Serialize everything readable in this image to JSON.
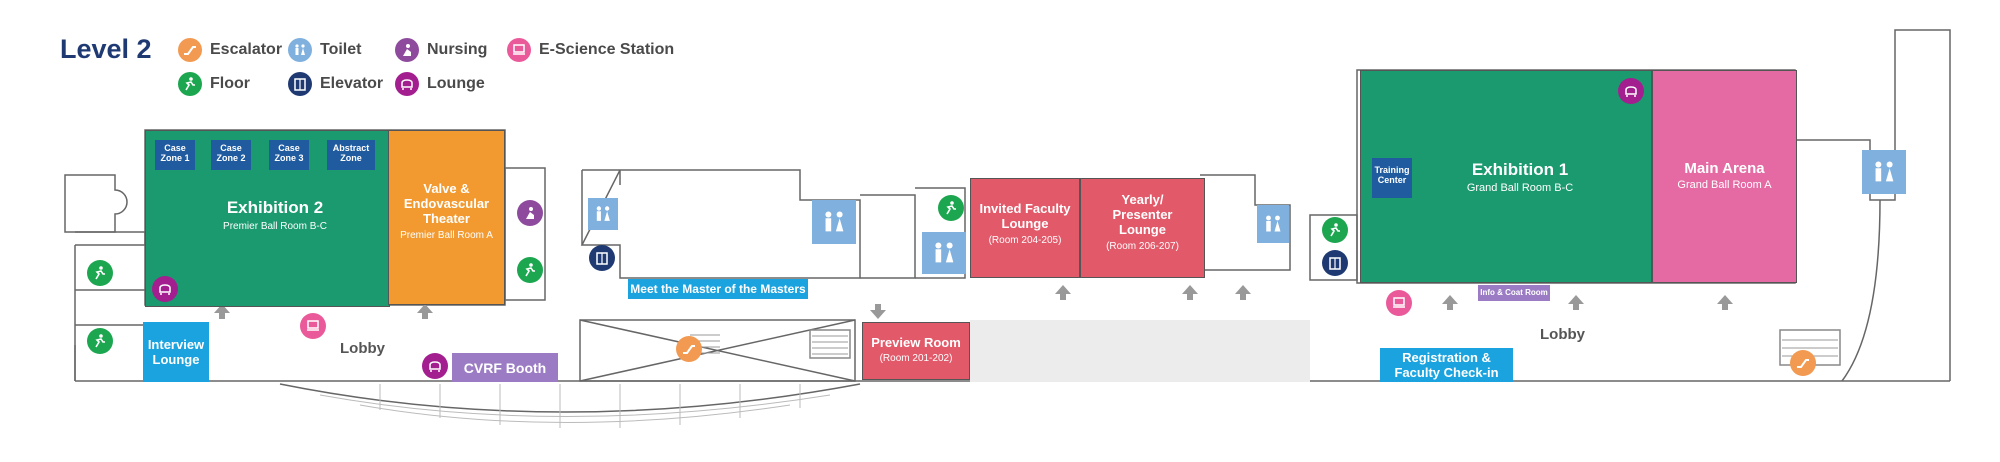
{
  "level": "Level 2",
  "legend": [
    {
      "label": "Escalator",
      "icon": "escalator-icon",
      "color": "#f29a52"
    },
    {
      "label": "Toilet",
      "icon": "toilet-icon",
      "color": "#7fb0de"
    },
    {
      "label": "Nursing",
      "icon": "nursing-icon",
      "color": "#8e4b9e"
    },
    {
      "label": "E-Science Station",
      "icon": "e-science-station-icon",
      "color": "#ea5a9a"
    },
    {
      "label": "Floor",
      "icon": "floor-icon",
      "color": "#1da650"
    },
    {
      "label": "Elevator",
      "icon": "elevator-icon",
      "color": "#1f3a73"
    },
    {
      "label": "Lounge",
      "icon": "lounge-icon",
      "color": "#a31f8f"
    }
  ],
  "case_zones": [
    {
      "line1": "Case",
      "line2": "Zone 1"
    },
    {
      "line1": "Case",
      "line2": "Zone 2"
    },
    {
      "line1": "Case",
      "line2": "Zone 3"
    },
    {
      "line1": "Abstract",
      "line2": "Zone"
    }
  ],
  "rooms": {
    "exhibition2": {
      "title": "Exhibition 2",
      "sub": "Premier Ball Room B-C"
    },
    "valve_theater": {
      "title": "Valve & Endovascular Theater",
      "sub": "Premier Ball Room A"
    },
    "interview_lounge": {
      "title": "Interview Lounge"
    },
    "cvrf_booth": {
      "title": "CVRF Booth"
    },
    "meet_master": {
      "title": "Meet the Master of the Masters"
    },
    "preview_room": {
      "title": "Preview Room",
      "sub": "(Room 201-202)"
    },
    "invited_faculty": {
      "title": "Invited Faculty Lounge",
      "sub": "(Room 204-205)"
    },
    "yearly_presenter": {
      "title": "Yearly/ Presenter Lounge",
      "sub": "(Room 206-207)"
    },
    "training_center": {
      "title": "Training Center"
    },
    "exhibition1": {
      "title": "Exhibition 1",
      "sub": "Grand Ball Room B-C"
    },
    "main_arena": {
      "title": "Main Arena",
      "sub": "Grand Ball Room A"
    },
    "info_coat": {
      "title": "Info & Coat Room"
    },
    "registration": {
      "title": "Registration & Faculty Check-in"
    }
  },
  "lobby_left": "Lobby",
  "lobby_right": "Lobby",
  "colors": {
    "green": "#1a9a6e",
    "orange": "#f29a30",
    "red": "#e25a6a",
    "pink": "#e56aa3",
    "blue": "#1aa3df",
    "purple": "#9b7cc4",
    "navy": "#1f5b9e"
  }
}
